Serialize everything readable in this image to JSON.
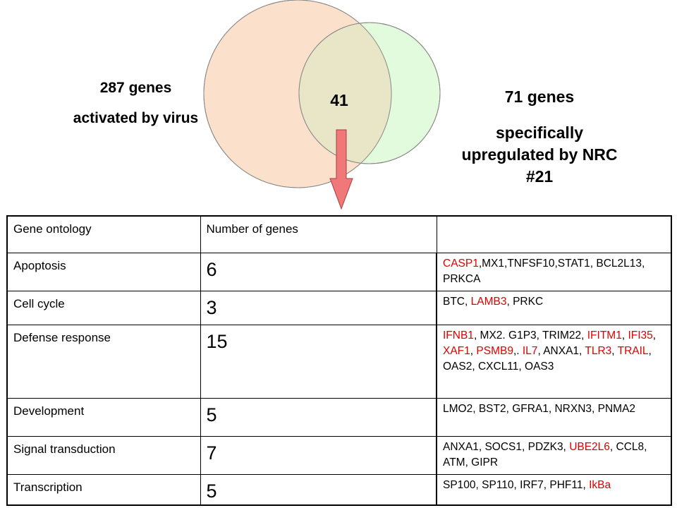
{
  "venn": {
    "left_count": "287 genes",
    "left_desc": "activated by virus",
    "overlap_count": "41",
    "right_count": "71 genes",
    "right_desc_line1": "specifically",
    "right_desc_line2": "upregulated by NRC",
    "right_desc_line3": "#21",
    "colors": {
      "left_fill": "#fbe0cc",
      "right_fill": "#e2fbdc",
      "overlap_fill": "#e8e6c6",
      "arrow_fill": "#f07878"
    }
  },
  "table": {
    "headers": [
      "Gene ontology",
      "Number of genes",
      ""
    ],
    "rows": [
      {
        "category": "Apoptosis",
        "count": "6",
        "genes": [
          {
            "text": "CASP1",
            "red": true
          },
          {
            "text": ",MX1,TNFSF10,STAT1, BCL2L13, PRKCA",
            "red": false
          }
        ]
      },
      {
        "category": "Cell cycle",
        "count": "3",
        "genes": [
          {
            "text": "BTC, ",
            "red": false
          },
          {
            "text": "LAMB3",
            "red": true
          },
          {
            "text": ", PRKC",
            "red": false
          }
        ]
      },
      {
        "category": "Defense response",
        "count": "15",
        "genes": [
          {
            "text": "IFNB1",
            "red": true
          },
          {
            "text": ", MX2. G1P3, TRIM22, ",
            "red": false
          },
          {
            "text": "IFITM1",
            "red": true
          },
          {
            "text": ", ",
            "red": false
          },
          {
            "text": "IFI35",
            "red": true
          },
          {
            "text": ", ",
            "red": false
          },
          {
            "text": "XAF1",
            "red": true
          },
          {
            "text": ", ",
            "red": false
          },
          {
            "text": "PSMB9",
            "red": true
          },
          {
            "text": ",. ",
            "red": false
          },
          {
            "text": "IL7",
            "red": true
          },
          {
            "text": ", ANXA1, ",
            "red": false
          },
          {
            "text": "TLR3",
            "red": true
          },
          {
            "text": ", ",
            "red": false
          },
          {
            "text": "TRAIL",
            "red": true
          },
          {
            "text": ", OAS2, CXCL11, OAS3",
            "red": false
          }
        ]
      },
      {
        "category": "Development",
        "count": "5",
        "genes": [
          {
            "text": "LMO2, BST2, GFRA1, NRXN3, PNMA2",
            "red": false
          }
        ]
      },
      {
        "category": "Signal transduction",
        "count": "7",
        "genes": [
          {
            "text": "ANXA1, SOCS1, PDZK3, ",
            "red": false
          },
          {
            "text": "UBE2L6",
            "red": true
          },
          {
            "text": ", CCL8, ATM, GIPR",
            "red": false
          }
        ]
      },
      {
        "category": "Transcription",
        "count": "5",
        "genes": [
          {
            "text": "SP100, SP110, IRF7, PHF11, ",
            "red": false
          },
          {
            "text": "IkBa",
            "red": true
          }
        ]
      }
    ]
  }
}
